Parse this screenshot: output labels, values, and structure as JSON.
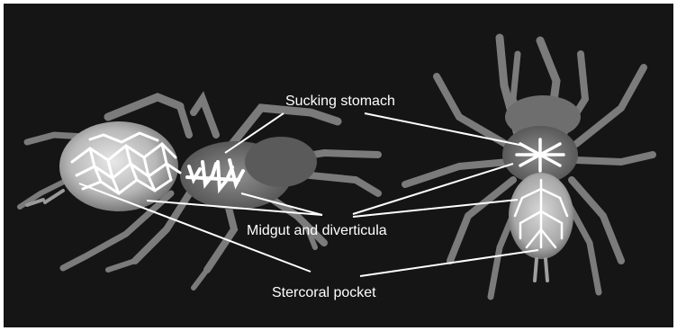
{
  "image": {
    "background_color": "#151515",
    "frame_color": "#ffffff",
    "label_color": "#ffffff",
    "leader_line_color": "#ffffff"
  },
  "labels": {
    "sucking_stomach": "Sucking stomach",
    "midgut_and_diverticula": "Midgut and diverticula",
    "stercoral_pocket": "Stercoral pocket"
  }
}
